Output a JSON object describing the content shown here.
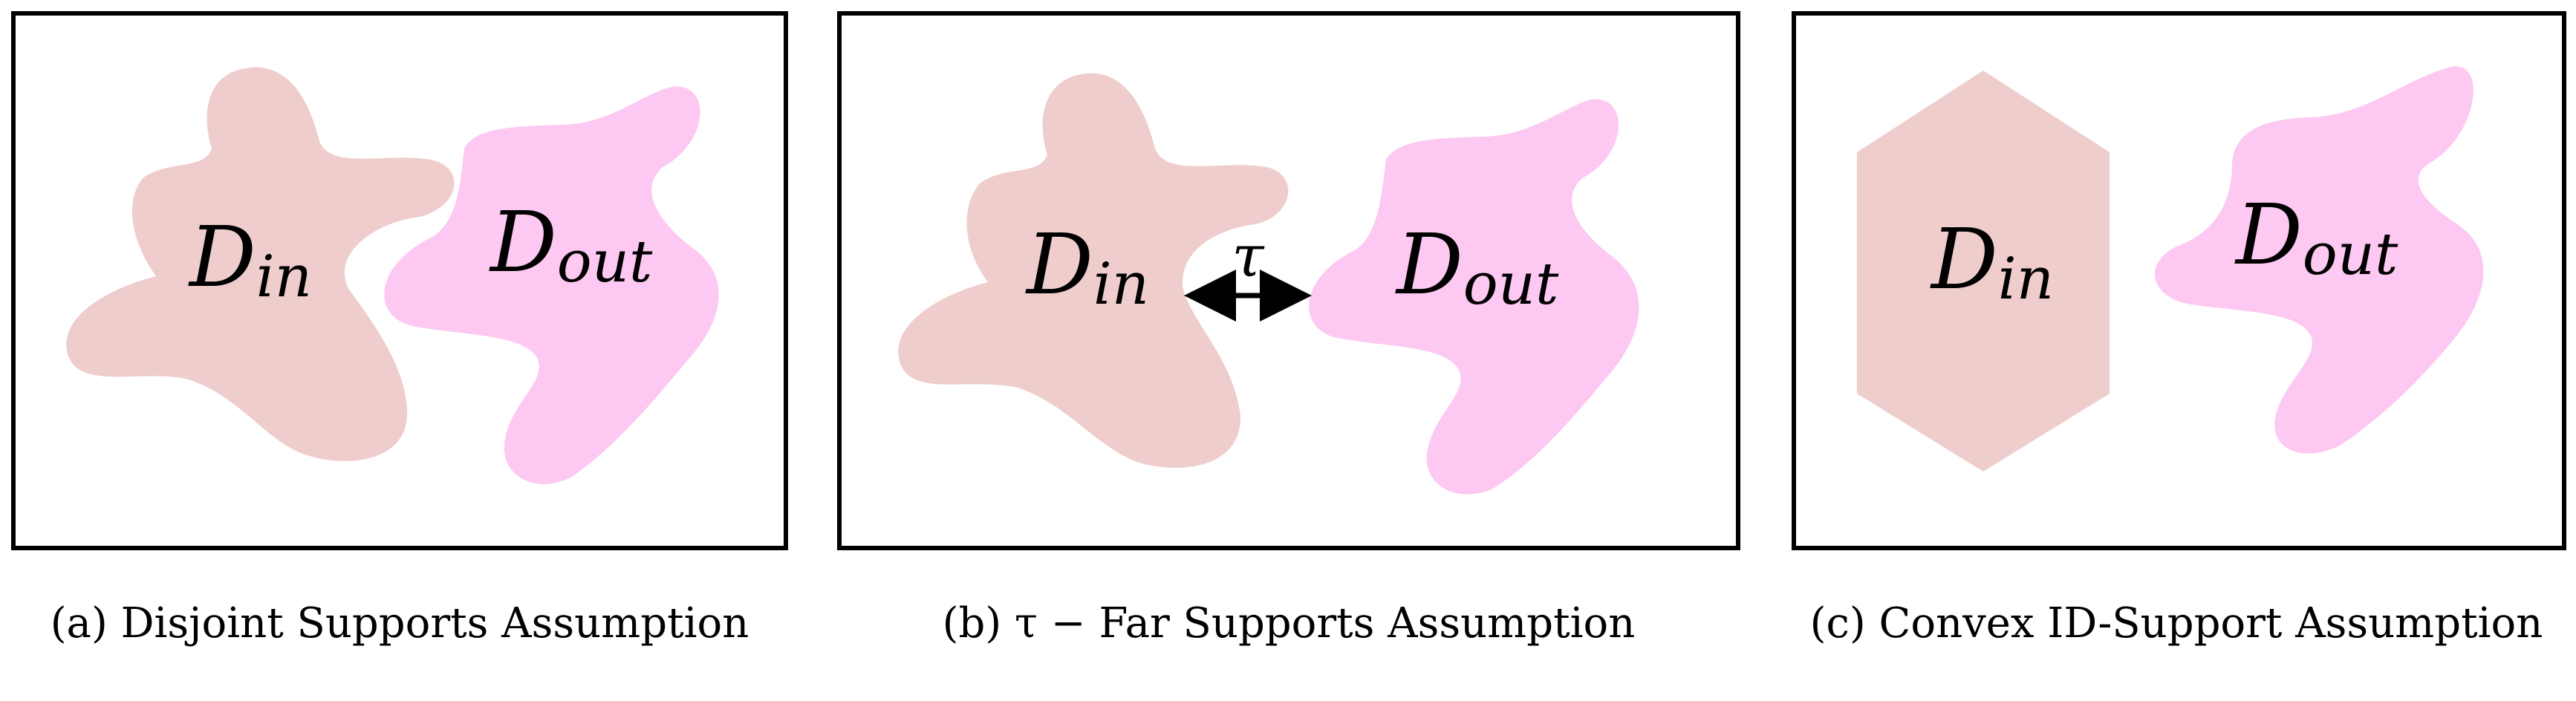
{
  "colors": {
    "in_region": "#eecdcc",
    "out_region": "#fdc8f1",
    "frame": "#000000"
  },
  "panels": [
    {
      "in_label": {
        "base": "D",
        "sub": "in"
      },
      "out_label": {
        "base": "D",
        "sub": "out"
      },
      "caption": "(a) Disjoint Supports Assumption"
    },
    {
      "in_label": {
        "base": "D",
        "sub": "in"
      },
      "out_label": {
        "base": "D",
        "sub": "out"
      },
      "distance_label": "τ",
      "caption": "(b) τ − Far Supports Assumption"
    },
    {
      "in_label": {
        "base": "D",
        "sub": "in"
      },
      "out_label": {
        "base": "D",
        "sub": "out"
      },
      "caption": "(c) Convex ID-Support Assumption"
    }
  ]
}
